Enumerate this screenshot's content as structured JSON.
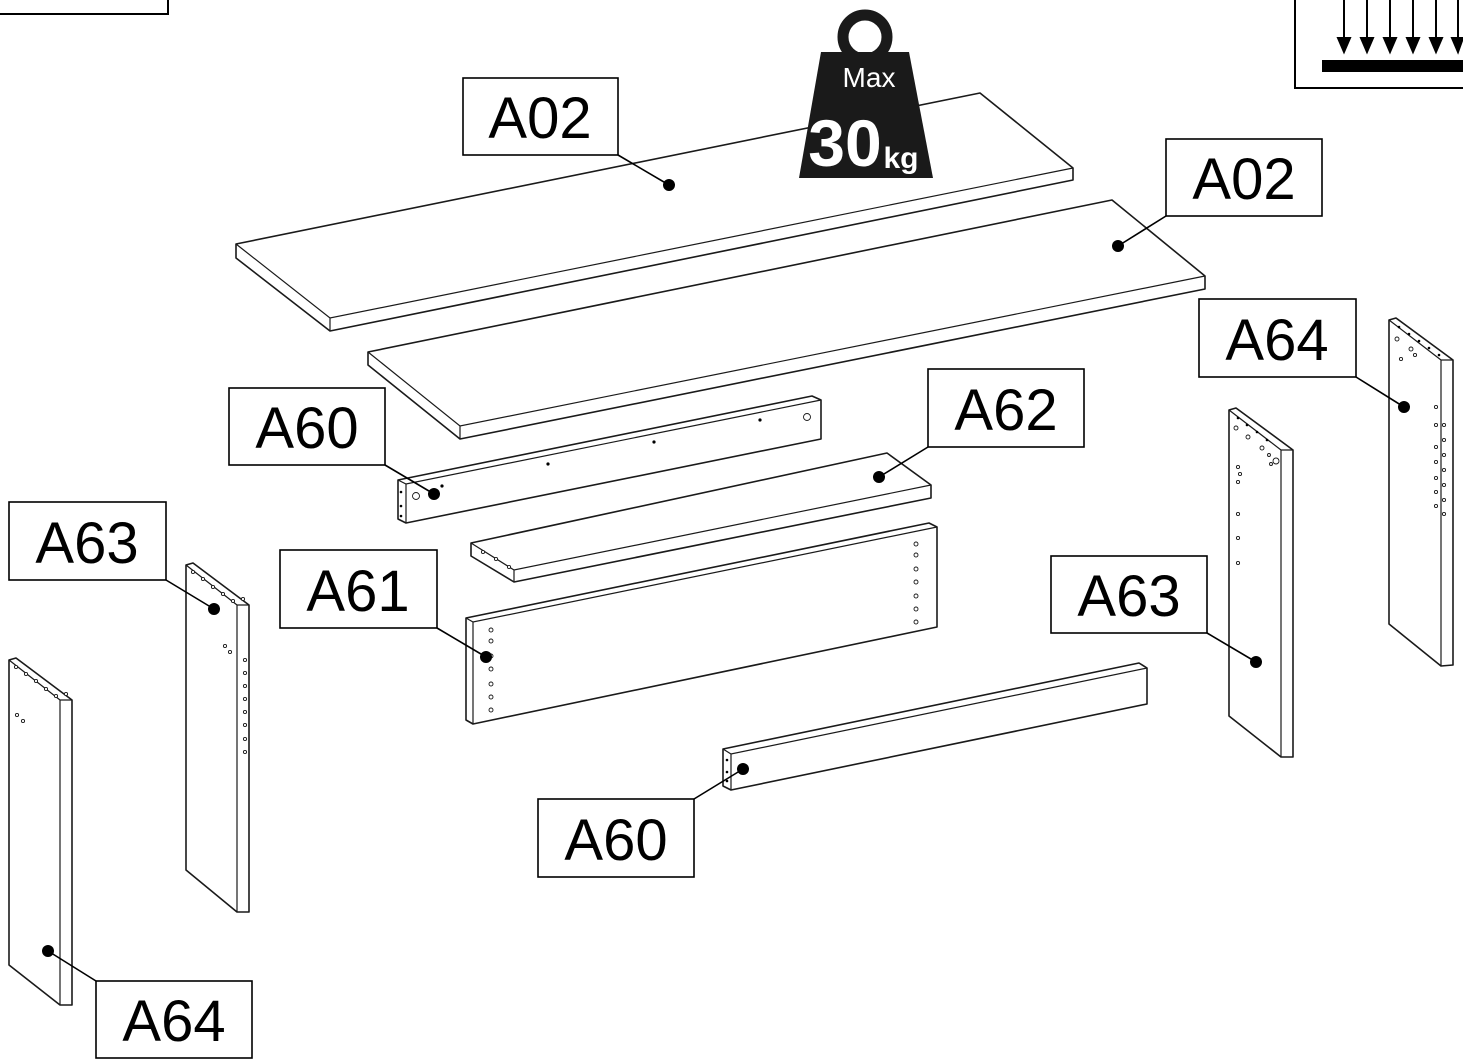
{
  "weight_limit": {
    "prefix": "Max",
    "value": "30",
    "unit": "kg",
    "color": "#1a1a1a"
  },
  "labels": {
    "a02_top": "A02",
    "a02_right": "A02",
    "a64_right": "A64",
    "a60_upper": "A60",
    "a62": "A62",
    "a63_left": "A63",
    "a61": "A61",
    "a63_right": "A63",
    "a60_lower": "A60",
    "a64_left": "A64"
  },
  "icons": [
    "weight-icon",
    "load-distribution-icon"
  ]
}
